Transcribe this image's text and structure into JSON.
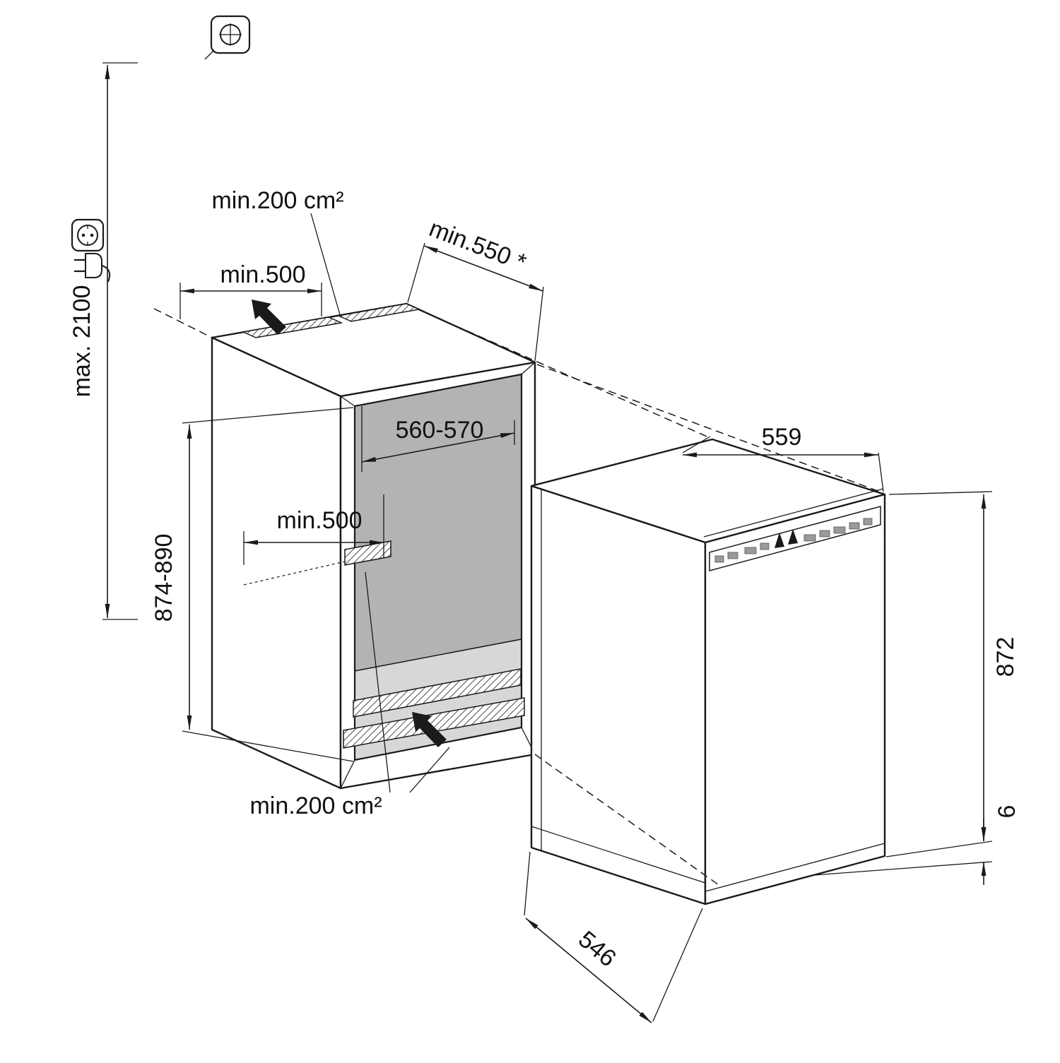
{
  "diagram": {
    "type": "appliance-installation-dimension-drawing",
    "labels": {
      "vent_area_top": "min.200 cm²",
      "clearance_width_top": "min.500",
      "niche_depth": "min.550 *",
      "socket_height_max": "max. 2100",
      "niche_width": "560-570",
      "niche_height": "874-890",
      "floor_clearance": "min.500",
      "vent_area_bottom": "min.200 cm²",
      "appliance_width": "559",
      "appliance_height": "872",
      "base_adjustment": "6",
      "appliance_depth": "546"
    },
    "line_color": "#1a1a1a",
    "wall_fill": "#b3b3b3",
    "floor_fill": "#d7d7d7"
  }
}
